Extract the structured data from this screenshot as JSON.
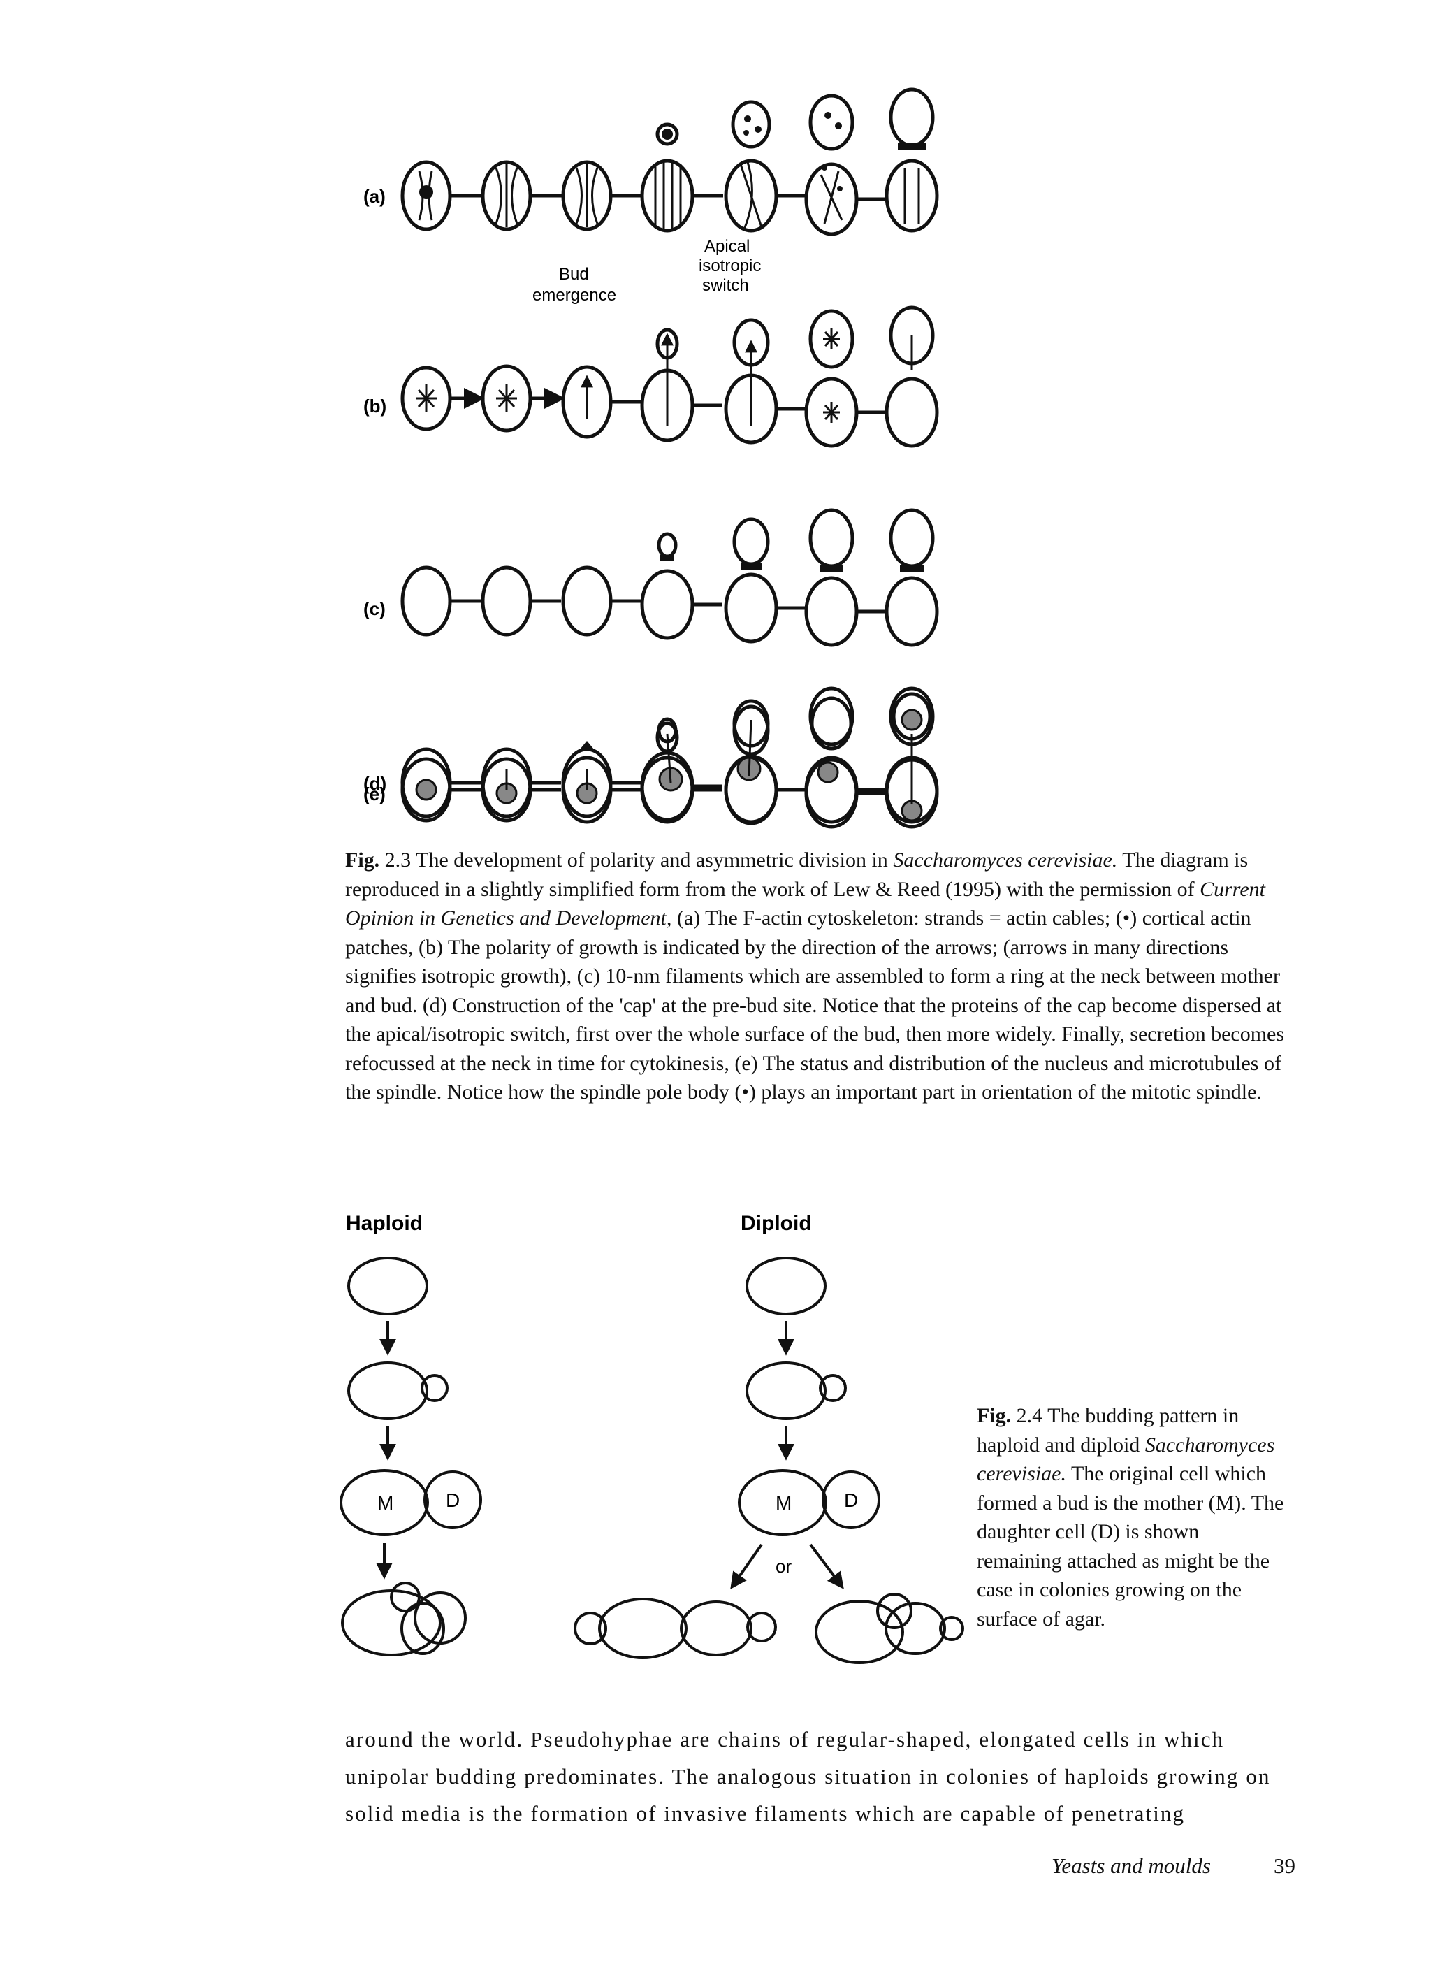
{
  "figure_2_3": {
    "row_labels": [
      "(a)",
      "(b)",
      "(c)",
      "(d)",
      "(e)"
    ],
    "annotations": {
      "apical": "Apical",
      "isotropic": "isotropic",
      "switch": "switch",
      "bud": "Bud",
      "emergence": "emergence"
    },
    "caption": {
      "number": "Fig.",
      "number_value": "2.3",
      "lead": " The development of polarity and asymmetric division in ",
      "species": "Saccharomyces cerevisiae.",
      "part2": " The diagram is reproduced in a slightly simplified form from the work of Lew & Reed (1995) with the permission of ",
      "journal": "Current Opinion in Genetics and Development,",
      "part3": " (a) The F-actin cytoskeleton: strands = actin cables; (•) cortical actin patches, (b) The polarity of growth is indicated by the direction of the arrows; (arrows in many directions signifies isotropic growth), (c) 10-nm filaments which are assembled to form a ring at the neck between mother and bud. (d) Construction of the 'cap' at the pre-bud site. Notice that the proteins of the cap become dispersed at the apical/isotropic switch, first over the whole surface of the bud, then more widely. Finally, secretion becomes refocussed at the neck in time for cytokinesis, (e) The status and distribution of the nucleus and microtubules of the spindle. Notice how the spindle pole body (•) plays an important part in orientation of the mitotic spindle."
    }
  },
  "figure_2_4": {
    "haploid_label": "Haploid",
    "diploid_label": "Diploid",
    "mother_label": "M",
    "daughter_label": "D",
    "or_label": "or",
    "caption": {
      "number": "Fig.",
      "number_value": "2.4",
      "lead": " The budding pattern in haploid and diploid ",
      "species": "Saccharomyces cerevisiae.",
      "rest": " The original cell which formed a bud is the mother (M). The daughter cell (D) is shown remaining attached as might be the case in colonies growing on the surface of agar."
    }
  },
  "body_text": "around the world. Pseudohyphae are chains of regular-shaped, elongated cells in which unipolar budding predominates. The analogous situation in colonies of haploids growing on solid media is the formation of invasive filaments which are capable of penetrating",
  "footer": {
    "title": "Yeasts and moulds",
    "page": "39"
  }
}
